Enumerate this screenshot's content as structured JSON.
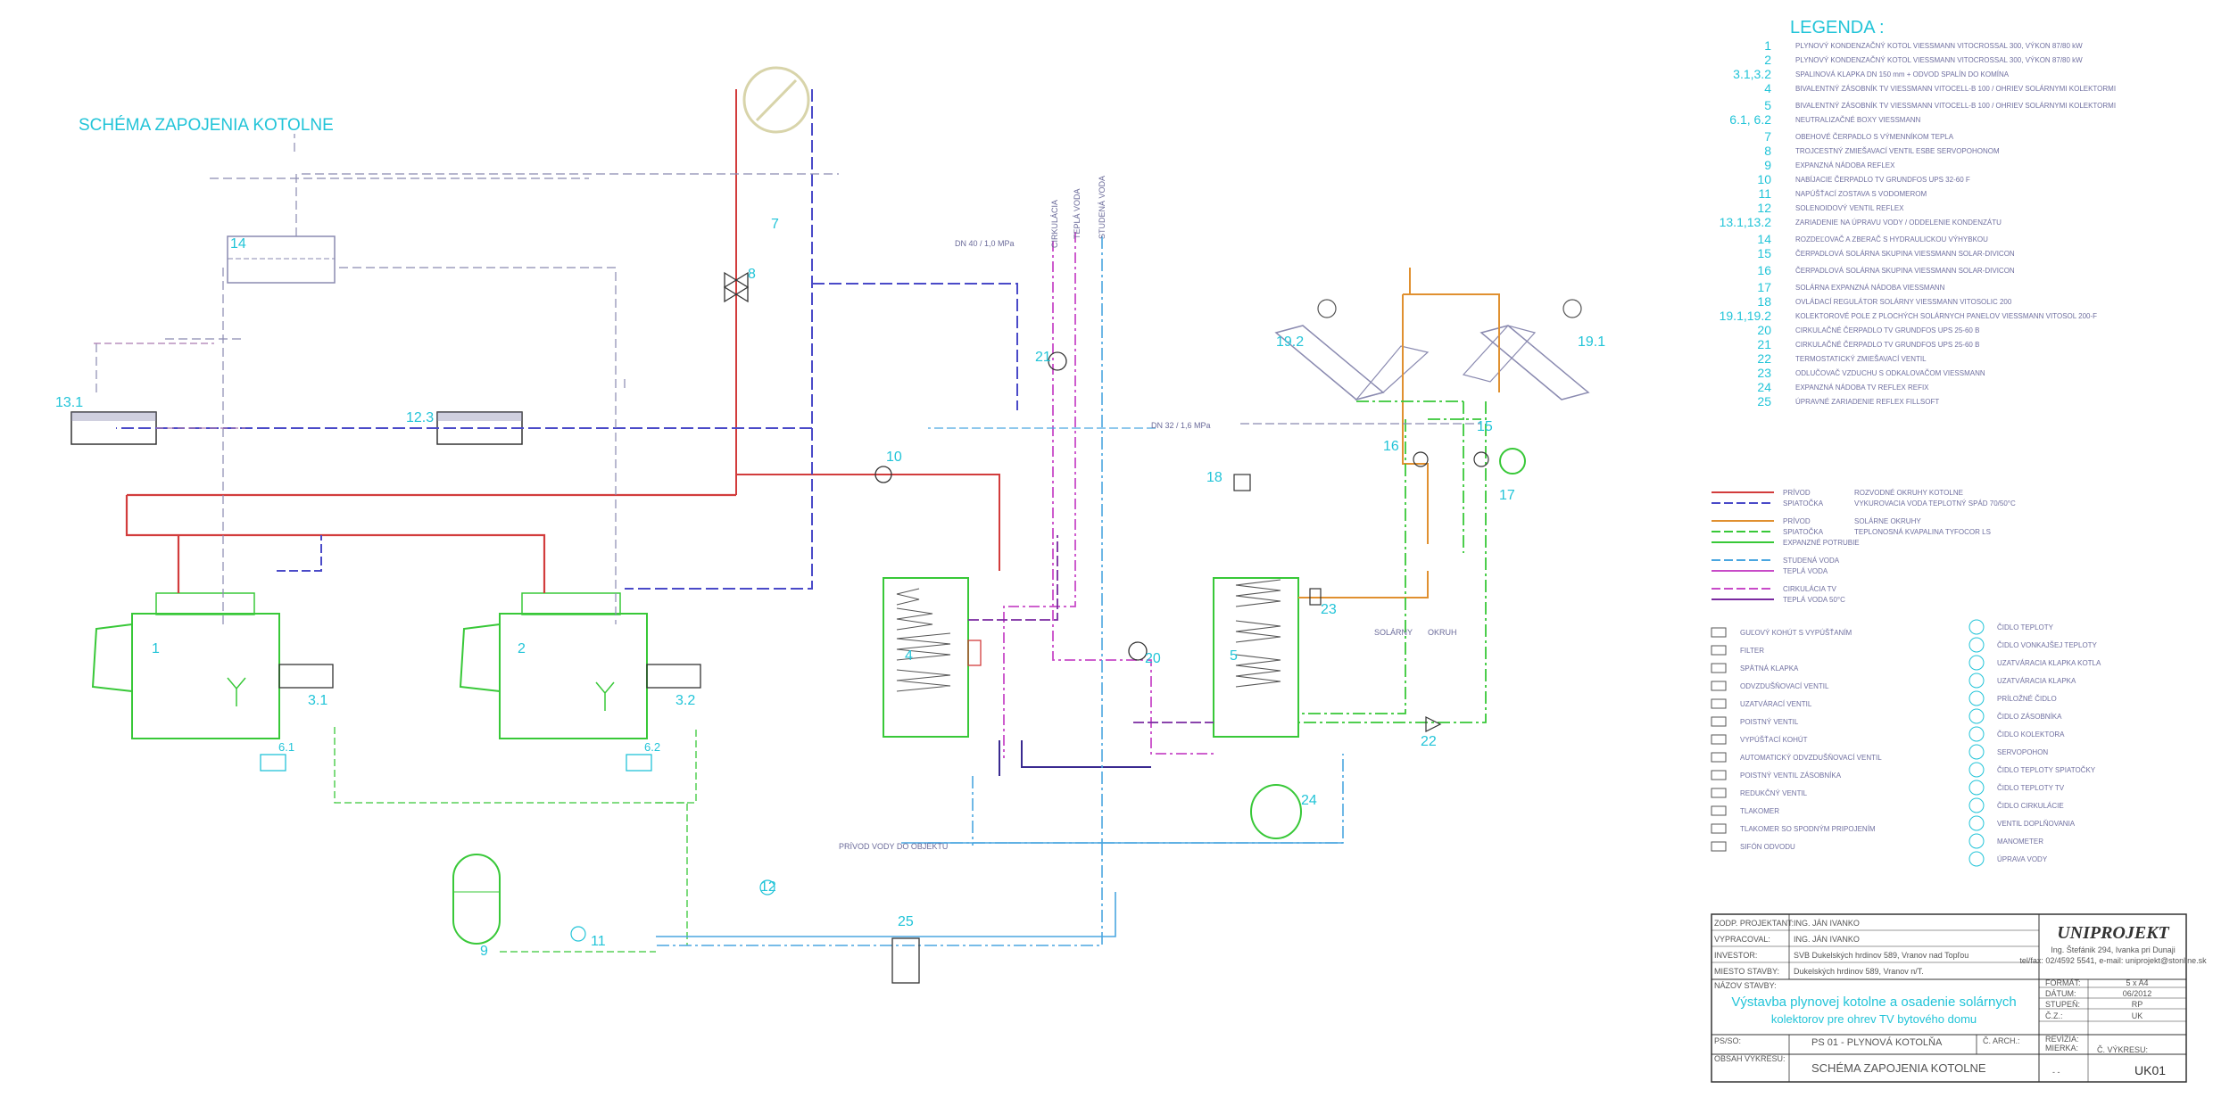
{
  "title": "SCHÉMA ZAPOJENIA KOTOLNE",
  "legend_title": "LEGENDA :",
  "legend_items": [
    {
      "num": "1",
      "text": "PLYNOVÝ KONDENZAČNÝ KOTOL VIESSMANN VITOCROSSAL 300, VÝKON 87/80 kW"
    },
    {
      "num": "2",
      "text": "PLYNOVÝ KONDENZAČNÝ KOTOL VIESSMANN VITOCROSSAL 300, VÝKON 87/80 kW"
    },
    {
      "num": "3.1,3.2",
      "text": "SPALINOVÁ KLAPKA DN 150 mm + ODVOD SPALÍN DO KOMÍNA"
    },
    {
      "num": "4",
      "text": "BIVALENTNÝ ZÁSOBNÍK TV VIESSMANN VITOCELL-B 100 / OHRIEV SOLÁRNYMI KOLEKTORMI"
    },
    {
      "num": "5",
      "text": "BIVALENTNÝ ZÁSOBNÍK TV VIESSMANN VITOCELL-B 100 / OHRIEV SOLÁRNYMI KOLEKTORMI"
    },
    {
      "num": "6.1, 6.2",
      "text": "NEUTRALIZAČNÉ BOXY VIESSMANN"
    },
    {
      "num": "7",
      "text": "OBEHOVÉ ČERPADLO S VÝMENNÍKOM TEPLA"
    },
    {
      "num": "8",
      "text": "TROJCESTNÝ ZMIEŠAVACÍ VENTIL ESBE SERVOPOHONOM"
    },
    {
      "num": "9",
      "text": "EXPANZNÁ NÁDOBA REFLEX"
    },
    {
      "num": "10",
      "text": "NABÍJACIE ČERPADLO TV GRUNDFOS UPS 32-60 F"
    },
    {
      "num": "11",
      "text": "NAPÚŠŤACÍ ZOSTAVA S VODOMEROM"
    },
    {
      "num": "12",
      "text": "SOLENOIDOVÝ VENTIL REFLEX"
    },
    {
      "num": "13.1,13.2",
      "text": "ZARIADENIE NA ÚPRAVU VODY / ODDELENIE KONDENZÁTU"
    },
    {
      "num": "14",
      "text": "ROZDEĽOVAČ A ZBERAČ S HYDRAULICKOU VÝHYBKOU"
    },
    {
      "num": "15",
      "text": "ČERPADLOVÁ SOLÁRNA SKUPINA VIESSMANN SOLAR-DIVICON"
    },
    {
      "num": "16",
      "text": "ČERPADLOVÁ SOLÁRNA SKUPINA VIESSMANN SOLAR-DIVICON"
    },
    {
      "num": "17",
      "text": "SOLÁRNA EXPANZNÁ NÁDOBA VIESSMANN"
    },
    {
      "num": "18",
      "text": "OVLÁDACÍ REGULÁTOR SOLÁRNY VIESSMANN VITOSOLIC 200"
    },
    {
      "num": "19.1,19.2",
      "text": "KOLEKTOROVÉ POLE Z PLOCHÝCH SOLÁRNYCH PANELOV VIESSMANN VITOSOL 200-F"
    },
    {
      "num": "20",
      "text": "CIRKULAČNÉ ČERPADLO TV GRUNDFOS UPS 25-60 B"
    },
    {
      "num": "21",
      "text": "CIRKULAČNÉ ČERPADLO TV GRUNDFOS UPS 25-60 B"
    },
    {
      "num": "22",
      "text": "TERMOSTATICKÝ ZMIEŠAVACÍ VENTIL"
    },
    {
      "num": "23",
      "text": "ODLUČOVAČ VZDUCHU S ODKALOVAČOM VIESSMANN"
    },
    {
      "num": "24",
      "text": "EXPANZNÁ NÁDOBA TV REFLEX REFIX"
    },
    {
      "num": "25",
      "text": "ÚPRAVNÉ ZARIADENIE REFLEX FILLSOFT"
    }
  ],
  "line_legend": [
    {
      "color": "#d23c3c",
      "label": "PRÍVOD",
      "desc": "ROZVODNÉ OKRUHY KOTOLNE"
    },
    {
      "color": "#4a4ac8",
      "label": "SPIATOČKA",
      "desc": "VYKUROVACIA VODA TEPLOTNÝ SPÁD 70/50°C"
    },
    {
      "color": "#e09030",
      "label": "PRÍVOD",
      "desc": "SOLÁRNE OKRUHY"
    },
    {
      "color": "#38c838",
      "label": "SPIATOČKA",
      "desc": "TEPLONOSNÁ KVAPALINA TYFOCOR LS"
    },
    {
      "color": "#38c838",
      "label": "EXPANZNÉ POTRUBIE",
      "desc": ""
    },
    {
      "color": "#4aa6e0",
      "label": "STUDENÁ VODA",
      "desc": ""
    },
    {
      "color": "#c84ac8",
      "label": "TEPLÁ VODA",
      "desc": ""
    },
    {
      "color": "#c84ac8",
      "label": "CIRKULÁCIA TV",
      "desc": ""
    },
    {
      "color": "#7a2aa0",
      "label": "TEPLÁ VODA 50°C",
      "desc": ""
    }
  ],
  "symbols_left": [
    "GUĽOVÝ KOHÚT S VYPÚŠŤANÍM",
    "FILTER",
    "SPÄTNÁ KLAPKA",
    "ODVZDUŠŇOVACÍ VENTIL",
    "UZATVÁRACÍ VENTIL",
    "POISTNÝ VENTIL",
    "VYPÚŠŤACÍ KOHÚT",
    "AUTOMATICKÝ ODVZDUŠŇOVACÍ VENTIL",
    "POISTNÝ VENTIL ZÁSOBNÍKA",
    "REDUKČNÝ VENTIL",
    "TLAKOMER",
    "TLAKOMER SO SPODNÝM PRIPOJENÍM",
    "SIFÓN ODVODU"
  ],
  "symbols_right": [
    "ČIDLO TEPLOTY",
    "ČIDLO VONKAJŠEJ TEPLOTY",
    "UZATVÁRACIA KLAPKA KOTLA",
    "UZATVÁRACIA KLAPKA",
    "PRÍLOŽNÉ ČIDLO",
    "ČIDLO ZÁSOBNÍKA",
    "ČIDLO KOLEKTORA",
    "SERVOPOHON",
    "ČIDLO TEPLOTY SPIATOČKY",
    "ČIDLO TEPLOTY TV",
    "ČIDLO CIRKULÁCIE",
    "VENTIL DOPLŇOVANIA",
    "MANOMETER",
    "ÚPRAVA VODY"
  ],
  "titleblock": {
    "company": "UNIPROJEKT",
    "company_addr": "Ing. Štefánik 294, Ivanka pri Dunaji",
    "company_contact": "tel/fax: 02/4592 5541, e-mail: uniprojekt@stonline.sk",
    "rows": [
      {
        "label": "ZODP. PROJEKTANT:",
        "value": "ING. JÁN IVANKO"
      },
      {
        "label": "VYPRACOVAL:",
        "value": "ING. JÁN IVANKO"
      },
      {
        "label": "INVESTOR:",
        "value": "SVB Dukelských hrdinov 589, Vranov nad Topľou"
      },
      {
        "label": "MIESTO STAVBY:",
        "value": "Dukelských hrdinov 589, Vranov n/T."
      }
    ],
    "stavba_label": "NÁZOV STAVBY:",
    "stavba_line1": "Výstavba plynovej kotolne a osadenie solárnych",
    "stavba_line2": "kolektorov pre ohrev TV bytového domu",
    "info": [
      {
        "label": "FORMÁT:",
        "value": "5 x A4"
      },
      {
        "label": "DÁTUM:",
        "value": "06/2012"
      },
      {
        "label": "STUPEŇ:",
        "value": "RP"
      },
      {
        "label": "Č.Z.:",
        "value": "UK"
      }
    ],
    "ps_label": "PS/SO:",
    "ps_value": "PS 01 - PLYNOVÁ KOTOLŇA",
    "part_label": "Č. ARCH.:",
    "obsah_label": "OBSAH VÝKRESU:",
    "obsah_value": "SCHÉMA ZAPOJENIA KOTOLNE",
    "revision_label": "REVÍZIA:",
    "scale_label": "MIERKA:",
    "scale_value": "Č. VÝKRESU:",
    "sheet": "UK01",
    "sheet_prefix": "- -"
  },
  "labels": {
    "boiler1": "1",
    "boiler2": "2",
    "flue1": "3.1",
    "flue2": "3.2",
    "tank4": "4",
    "tank5": "5",
    "neutral1": "6.1",
    "neutral2": "6.2",
    "pump7": "7",
    "valve8": "8",
    "exp9": "9",
    "pump10": "10",
    "fill11": "11",
    "sol12": "12",
    "box131": "13.1",
    "box123": "12.3",
    "distr14": "14",
    "solar15": "15",
    "solar16": "16",
    "exp17": "17",
    "reg18": "18",
    "coll191": "19.1",
    "coll192": "19.2",
    "pump20": "20",
    "pump21": "21",
    "mix22": "22",
    "sep23": "23",
    "exp24": "24",
    "treat25": "25"
  },
  "pipe_notes": {
    "cold_in": "STUDENÁ VODA",
    "circ": "CIRKULÁCIA",
    "tv": "TEPLÁ VODA",
    "water_supply": "PRÍVOD VODY DO OBJEKTU",
    "dn_a": "DN 40 / 1,0 MPa",
    "dn_b": "DN 32 / 1,6 MPa",
    "solar_a": "SOLÁRNY",
    "solar_b": "OKRUH"
  },
  "colors": {
    "supply": "#d23c3c",
    "return": "#4a4ac8",
    "solar_supply": "#e09030",
    "solar_return": "#38c838",
    "cold": "#4aa6e0",
    "hot": "#c84ac8",
    "dark_hot": "#7a2aa0",
    "accent": "#22c4d8",
    "equipment": "#38c838",
    "gray": "#8a8ab0"
  }
}
